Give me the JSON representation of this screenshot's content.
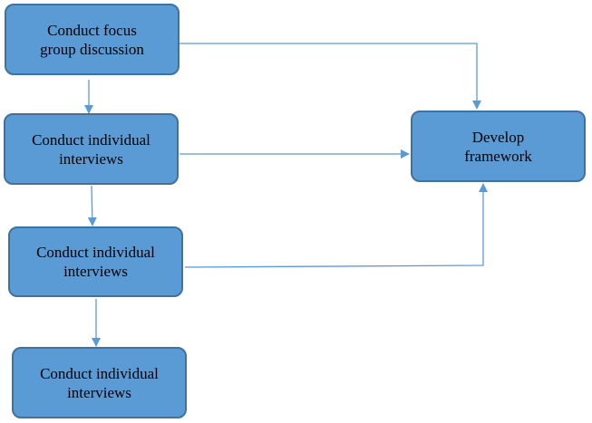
{
  "diagram": {
    "nodes": [
      {
        "id": "focus-group",
        "label": "Conduct focus\ngroup discussion"
      },
      {
        "id": "interviews-1",
        "label": "Conduct individual\ninterviews"
      },
      {
        "id": "interviews-2",
        "label": "Conduct individual\ninterviews"
      },
      {
        "id": "interviews-3",
        "label": "Conduct individual\ninterviews"
      },
      {
        "id": "framework",
        "label": "Develop\nframework"
      }
    ],
    "edges": [
      {
        "from": "focus-group",
        "to": "interviews-1"
      },
      {
        "from": "interviews-1",
        "to": "interviews-2"
      },
      {
        "from": "interviews-2",
        "to": "interviews-3"
      },
      {
        "from": "focus-group",
        "to": "framework"
      },
      {
        "from": "interviews-1",
        "to": "framework"
      },
      {
        "from": "interviews-2",
        "to": "framework"
      }
    ],
    "colors": {
      "node_fill": "#5b9bd5",
      "node_border": "#41719c",
      "connector": "#5b9bd5"
    }
  }
}
